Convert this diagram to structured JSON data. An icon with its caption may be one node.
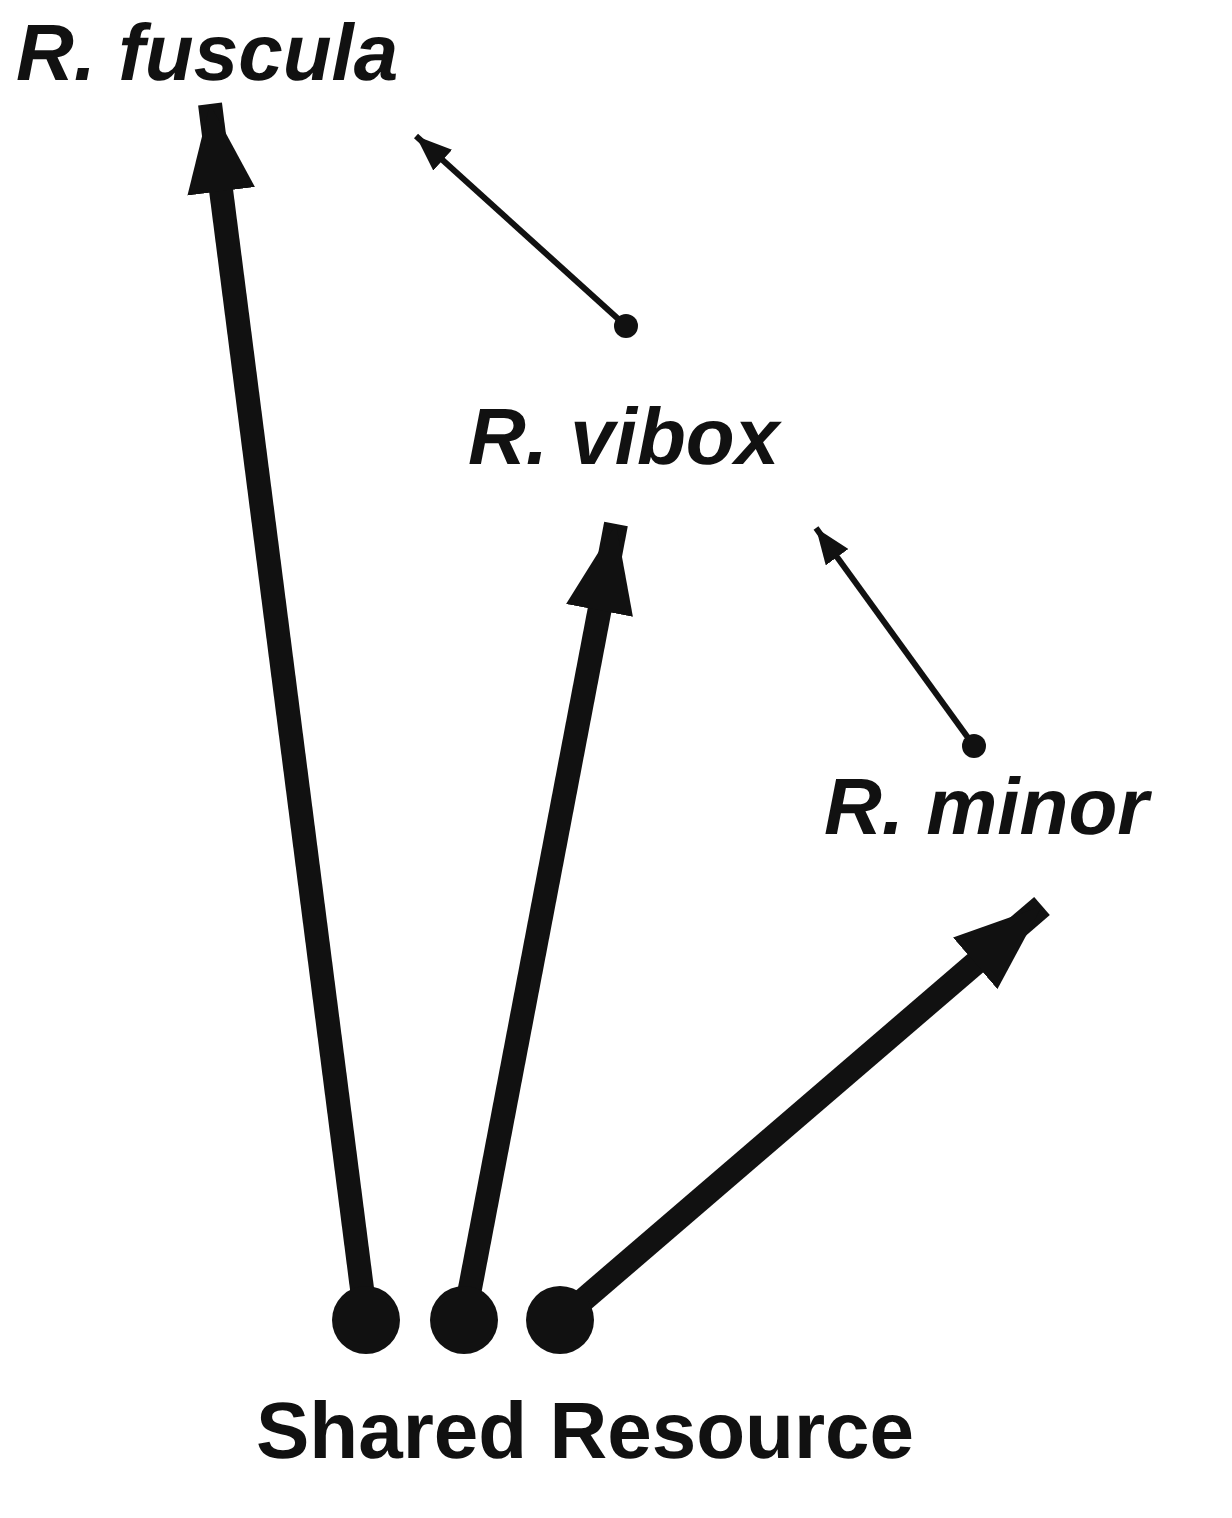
{
  "diagram": {
    "nodes": [
      {
        "text": [
          "R. fuscula"
        ]
      },
      {
        "text": [
          "R. vibox"
        ]
      },
      {
        "text": [
          "R. minor"
        ]
      },
      {
        "text": [
          "Shared Resource"
        ]
      }
    ],
    "edges": [
      {
        "from": 3,
        "to": 0,
        "arrow": "to"
      },
      {
        "from": 3,
        "to": 1,
        "arrow": "to"
      },
      {
        "from": 3,
        "to": 2,
        "arrow": "to"
      },
      {
        "from": 1,
        "to": 0,
        "arrow": "to"
      },
      {
        "from": 2,
        "to": 1,
        "arrow": "to"
      }
    ]
  }
}
